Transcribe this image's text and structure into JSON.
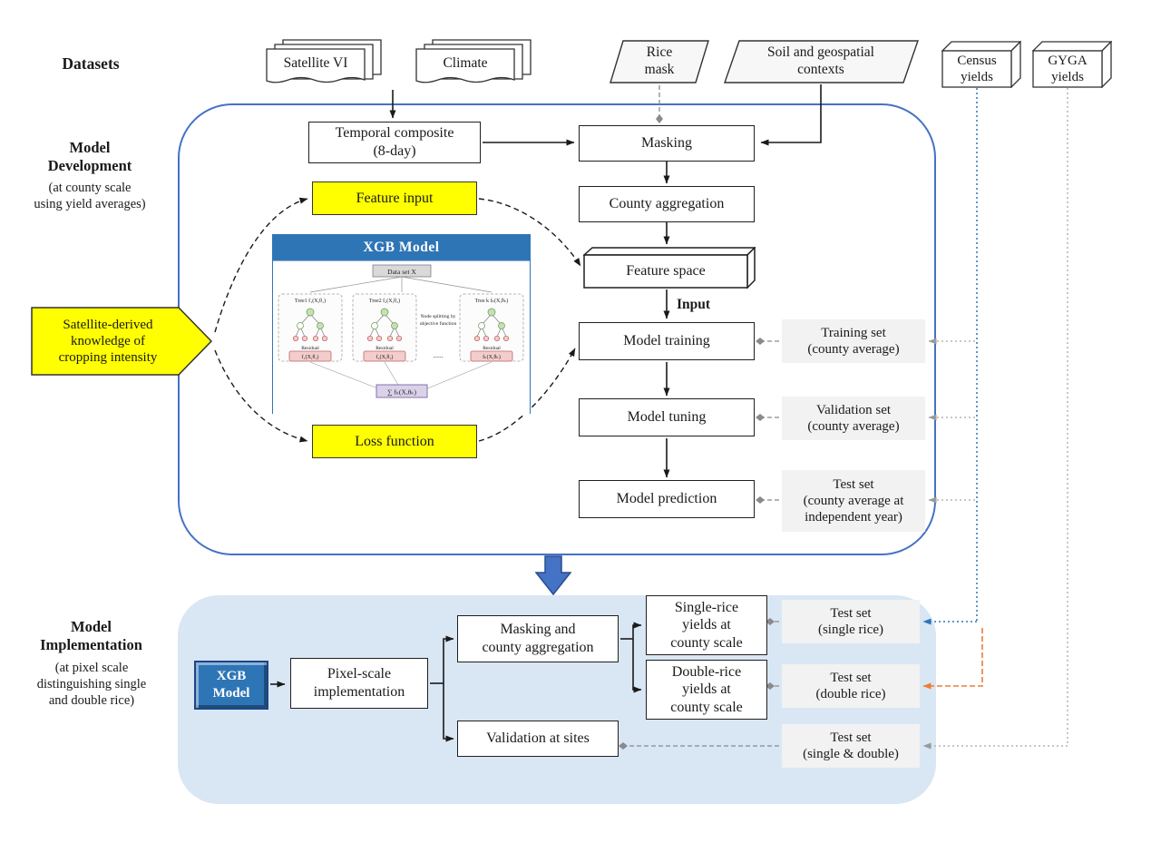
{
  "labels": {
    "datasets": "Datasets",
    "input": "Input"
  },
  "datasets": {
    "satellite_vi": "Satellite VI",
    "climate": "Climate",
    "rice_mask": "Rice\nmask",
    "soil_context": "Soil and geospatial\ncontexts",
    "census_yields": "Census\nyields",
    "gyga_yields": "GYGA\nyields"
  },
  "development": {
    "title": "Model\nDevelopment",
    "subtitle": "(at county scale\nusing yield averages)",
    "nodes": {
      "temporal_composite": "Temporal composite\n(8-day)",
      "masking": "Masking",
      "county_aggregation": "County aggregation",
      "feature_input": "Feature input",
      "feature_space": "Feature space",
      "model_training": "Model training",
      "model_tuning": "Model tuning",
      "model_prediction": "Model prediction",
      "loss_function": "Loss function",
      "satellite_knowledge": "Satellite-derived\nknowledge of\ncropping intensity",
      "training_set": "Training set\n(county average)",
      "validation_set": "Validation set\n(county average)",
      "test_set": "Test set\n(county average at\nindependent year)"
    }
  },
  "xgb_panel": {
    "title": "XGB Model",
    "dataset": "Data set X",
    "tree1_label": "Tree1 f₁(X,θ₁)",
    "tree2_label": "Tree2 f₂(X,θ₂)",
    "treek_label": "Tree k fₖ(X,θₖ)",
    "residual": "Residual",
    "node_splitting_1": "Node splitting by",
    "node_splitting_2": "objective function",
    "dots": "......",
    "leaf1": "f₁(X,θ₁)",
    "leaf2": "f₂(X,θ₂)",
    "leafk": "fₖ(X,θₖ)",
    "sum": "∑ fₖ(X,θₖ)"
  },
  "implementation": {
    "title": "Model\nImplementation",
    "subtitle": "(at pixel scale\ndistinguishing single\nand double rice)",
    "nodes": {
      "xgb_model": "XGB\nModel",
      "pixel_scale": "Pixel-scale\nimplementation",
      "masking_aggregation": "Masking and\ncounty aggregation",
      "single_rice": "Single-rice\nyields at\ncounty scale",
      "double_rice": "Double-rice\nyields at\ncounty scale",
      "validation_sites": "Validation at sites",
      "test_single": "Test set\n(single rice)",
      "test_double": "Test set\n(double rice)",
      "test_single_double": "Test set\n(single & double)"
    }
  },
  "colors": {
    "accent_blue": "#4472c4",
    "panel_blue": "#2e75b6",
    "highlight_yellow": "#ffff00",
    "section_fill": "#d9e6f4",
    "gray_box": "#f2f2f2",
    "orange": "#ed7d31",
    "gray_connector": "#8a8a8a"
  }
}
